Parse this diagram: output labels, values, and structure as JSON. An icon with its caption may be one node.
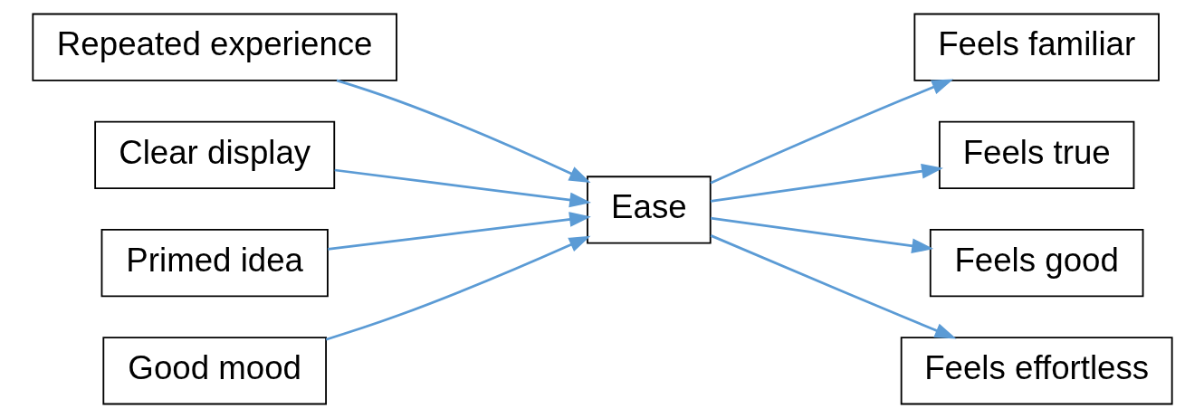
{
  "diagram": {
    "nodes": [
      {
        "text": [
          "Repeated experience"
        ]
      },
      {
        "text": [
          "Clear display"
        ]
      },
      {
        "text": [
          "Primed idea"
        ]
      },
      {
        "text": [
          "Good mood"
        ]
      },
      {
        "text": [
          "Ease"
        ]
      },
      {
        "text": [
          "Feels familiar"
        ]
      },
      {
        "text": [
          "Feels true"
        ]
      },
      {
        "text": [
          "Feels good"
        ]
      },
      {
        "text": [
          "Feels effortless"
        ]
      }
    ],
    "edges": [
      {
        "from": 0,
        "to": 4,
        "arrow": "to",
        "color": "#5b9bd5"
      },
      {
        "from": 1,
        "to": 4,
        "arrow": "to",
        "color": "#5b9bd5"
      },
      {
        "from": 2,
        "to": 4,
        "arrow": "to",
        "color": "#5b9bd5"
      },
      {
        "from": 3,
        "to": 4,
        "arrow": "to",
        "color": "#5b9bd5"
      },
      {
        "from": 4,
        "to": 5,
        "arrow": "to",
        "color": "#5b9bd5"
      },
      {
        "from": 4,
        "to": 6,
        "arrow": "to",
        "color": "#5b9bd5"
      },
      {
        "from": 4,
        "to": 7,
        "arrow": "to",
        "color": "#5b9bd5"
      },
      {
        "from": 4,
        "to": 8,
        "arrow": "to",
        "color": "#5b9bd5"
      }
    ]
  }
}
